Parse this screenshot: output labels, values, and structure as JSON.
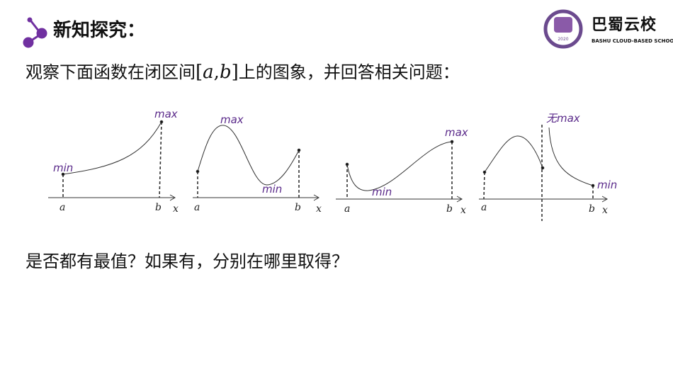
{
  "header": {
    "title": "新知探究：",
    "icon": "molecule-node-icon",
    "accent": "#7030a0"
  },
  "logo": {
    "name_cn": "巴蜀云校",
    "name_en": "BASHU CLOUD-BASED SCHOOL",
    "seal_year": "2020"
  },
  "prompt": {
    "before": "观察下面函数在闭区间",
    "interval_open": "[",
    "a": "a",
    ",": ",",
    "b": "b",
    "interval_close": "]",
    "after": "上的图象，并回答相关问题："
  },
  "question": "是否都有最值？如果有，分别在哪里取得？",
  "graphs": [
    {
      "a": "a",
      "b": "b",
      "x": "x",
      "max": "max",
      "min": "min"
    },
    {
      "a": "a",
      "b": "b",
      "x": "x",
      "max": "max",
      "min": "min"
    },
    {
      "a": "a",
      "b": "b",
      "x": "x",
      "max": "max",
      "min": "min"
    },
    {
      "a": "a",
      "b": "b",
      "x": "x",
      "max": "无max",
      "min": "min"
    }
  ]
}
